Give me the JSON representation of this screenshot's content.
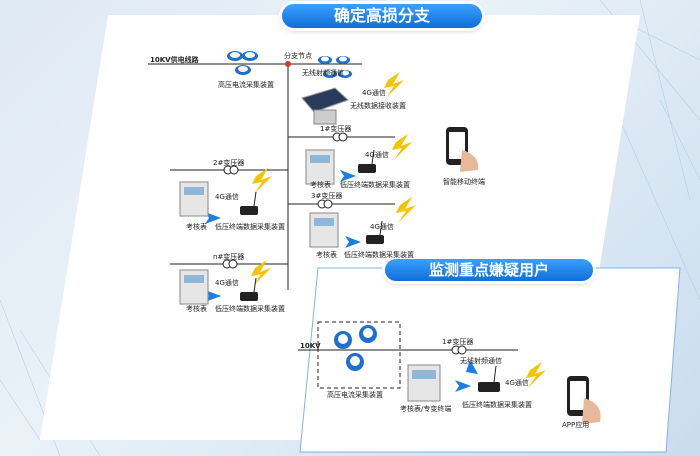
{
  "top_section": {
    "title": "确定高损分支",
    "feeder": "10KV供电线路",
    "branch_node": "分支节点",
    "hv_collector": "高压电流采集装置",
    "wireless_link": "无线射频通信",
    "comm_4g": "4G通信",
    "wireless_receiver": "无线数据接收装置",
    "smart_terminal": "智能移动终端",
    "transformers": [
      "1#变压器",
      "2#变压器",
      "3#变压器",
      "n#变压器"
    ],
    "meter": "考核表",
    "lv_collector": "低压终端数据采集装置"
  },
  "bottom_section": {
    "title": "监测重点嫌疑用户",
    "feeder": "10KV",
    "transformer": "1#变压器",
    "wireless_link": "无线射频通信",
    "comm_4g": "4G通信",
    "hv_collector": "高压电流采集装置",
    "meter": "考核表/专变终端",
    "lv_collector": "低压终端数据采集装置",
    "app": "APP应用"
  },
  "colors": {
    "accent": "#1a7fe0",
    "lightning": "#f5c400",
    "line": "#222222"
  }
}
